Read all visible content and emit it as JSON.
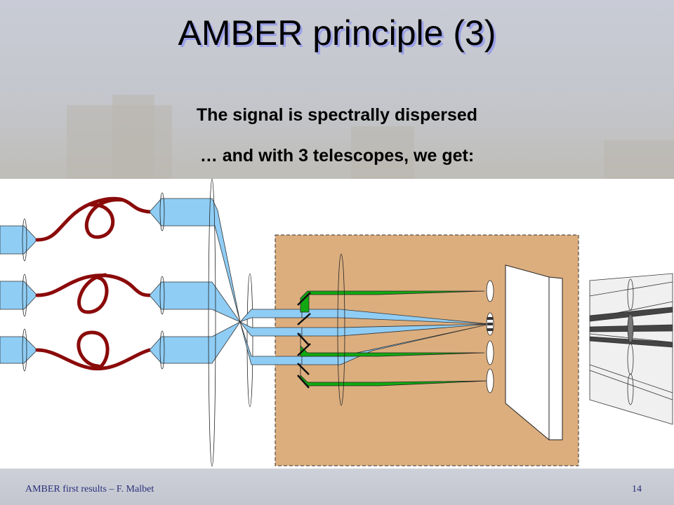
{
  "slide": {
    "title": "AMBER principle (3)",
    "subtitle_1": "The signal is spectrally dispersed",
    "subtitle_2": "… and with 3 telescopes, we get:"
  },
  "footer": {
    "left": "AMBER first results – F. Malbet",
    "page_number": "14"
  },
  "colors": {
    "beam": "#8fcdf5",
    "fiber": "#8b0a0a",
    "reference_beam": "#12a812",
    "instrument_box": "#dcae7e"
  }
}
